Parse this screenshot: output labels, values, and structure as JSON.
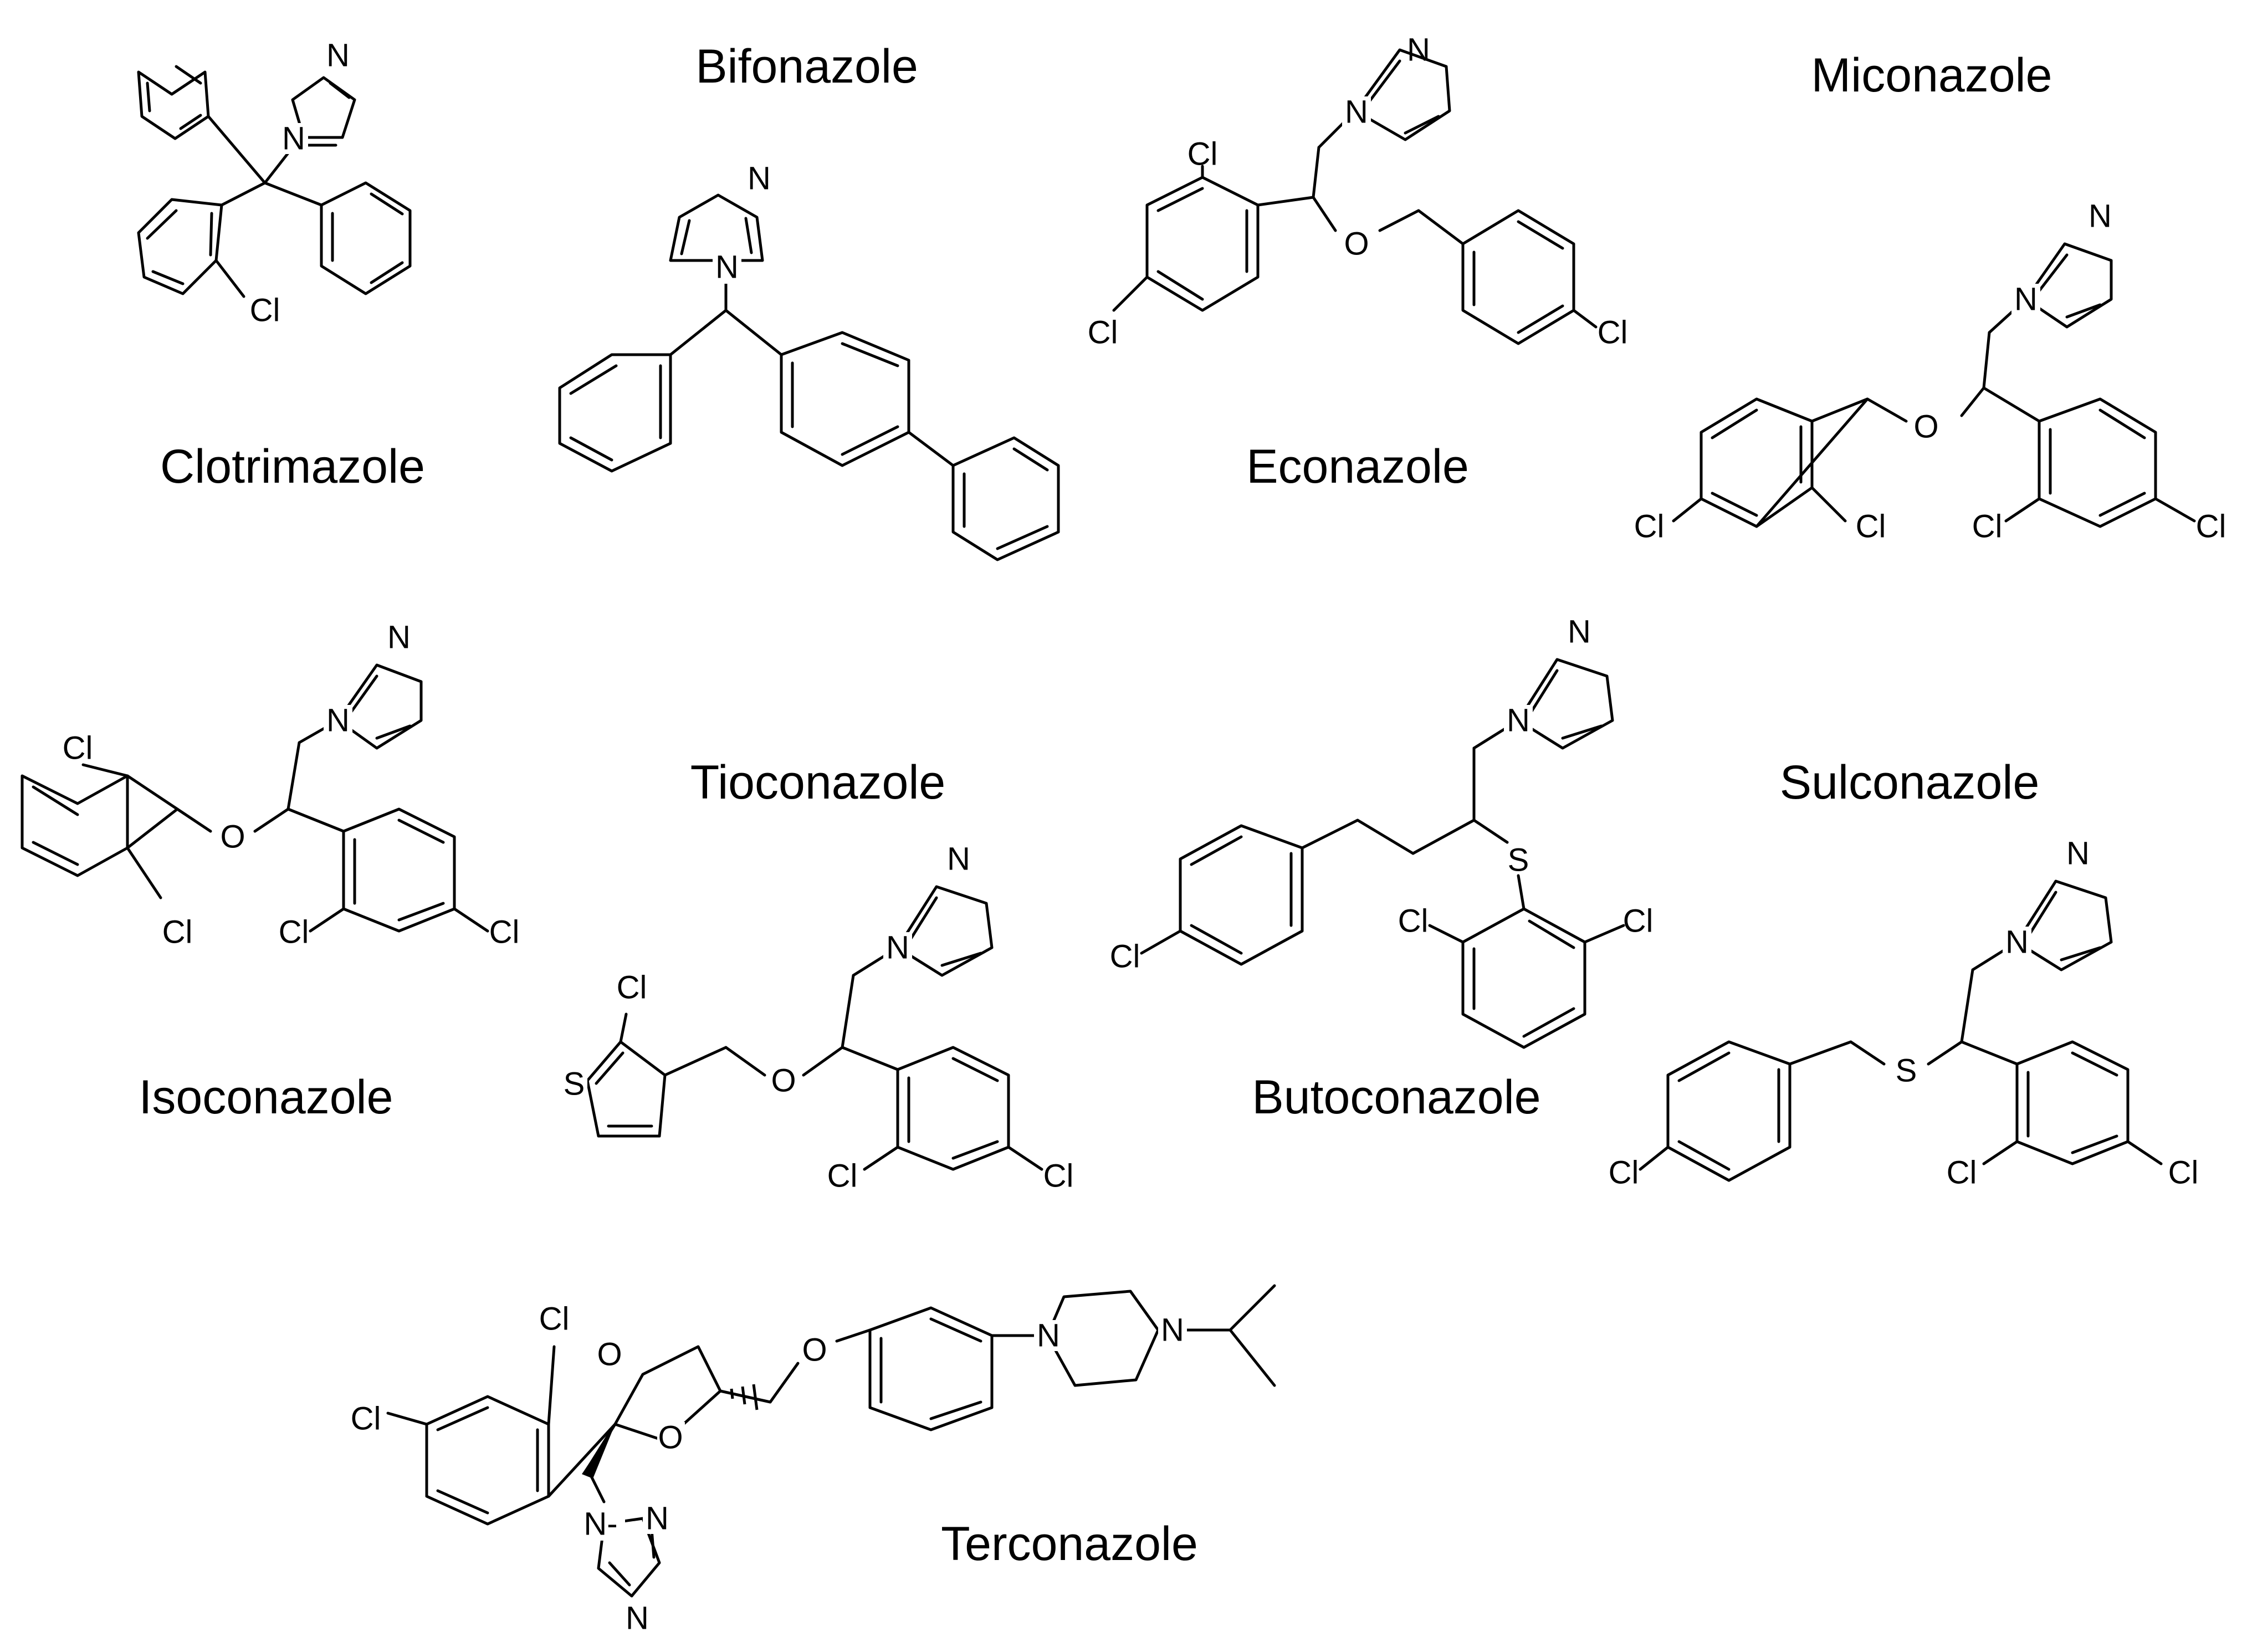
{
  "molecules": [
    {
      "id": "clotrimazole",
      "name": "Clotrimazole"
    },
    {
      "id": "bifonazole",
      "name": "Bifonazole"
    },
    {
      "id": "econazole",
      "name": "Econazole"
    },
    {
      "id": "miconazole",
      "name": "Miconazole"
    },
    {
      "id": "isoconazole",
      "name": "Isoconazole"
    },
    {
      "id": "tioconazole",
      "name": "Tioconazole"
    },
    {
      "id": "butoconazole",
      "name": "Butoconazole"
    },
    {
      "id": "sulconazole",
      "name": "Sulconazole"
    },
    {
      "id": "terconazole",
      "name": "Terconazole"
    }
  ],
  "atom_symbols": {
    "nitrogen": "N",
    "chlorine": "Cl",
    "oxygen": "O",
    "sulfur": "S",
    "n_dash": "N-"
  }
}
